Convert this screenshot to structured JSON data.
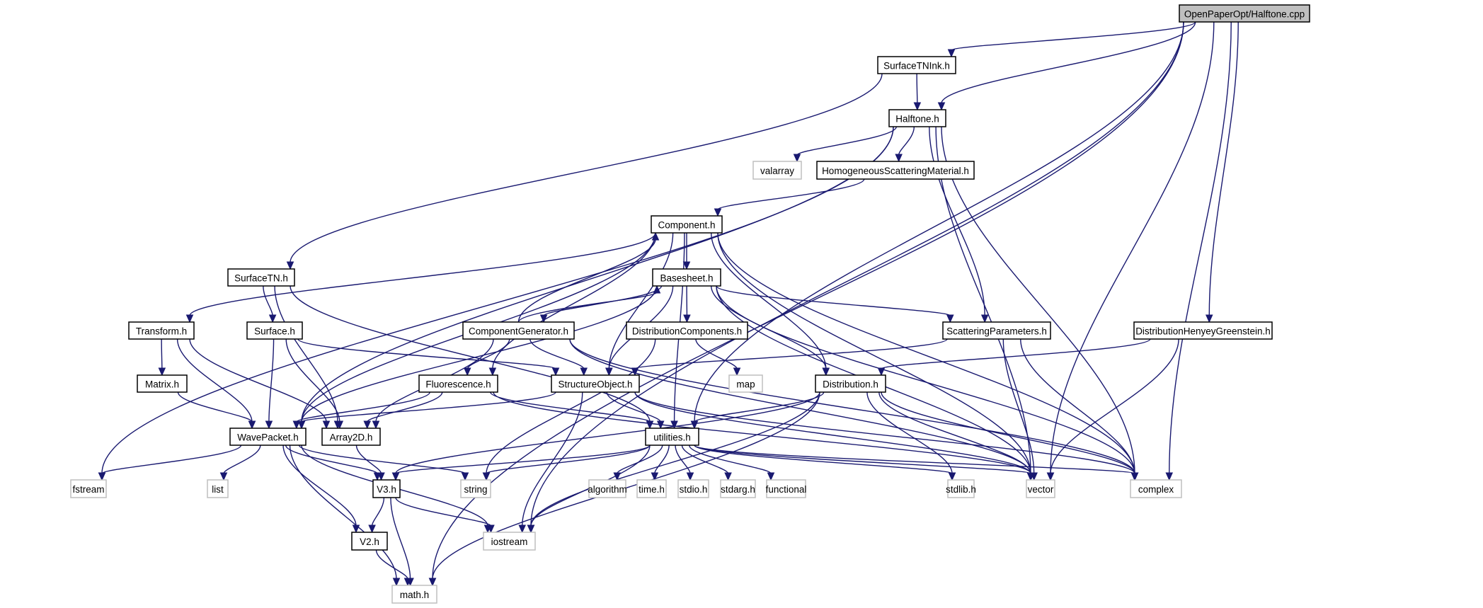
{
  "title": "OpenPaperOpt/Halftone.cpp include dependency graph",
  "colors": {
    "edge": "#191970",
    "root_fill": "#bfbfbf",
    "project_border": "#000000",
    "system_border": "#bfbfbf"
  },
  "nodes": [
    {
      "id": "root",
      "label": "OpenPaperOpt/Halftone.cpp",
      "kind": "root"
    },
    {
      "id": "SurfaceTNInk",
      "label": "SurfaceTNInk.h",
      "kind": "proj"
    },
    {
      "id": "Halftone",
      "label": "Halftone.h",
      "kind": "proj"
    },
    {
      "id": "valarray",
      "label": "valarray",
      "kind": "sys"
    },
    {
      "id": "HSM",
      "label": "HomogeneousScatteringMaterial.h",
      "kind": "proj"
    },
    {
      "id": "Component",
      "label": "Component.h",
      "kind": "proj"
    },
    {
      "id": "SurfaceTN",
      "label": "SurfaceTN.h",
      "kind": "proj"
    },
    {
      "id": "Basesheet",
      "label": "Basesheet.h",
      "kind": "proj"
    },
    {
      "id": "Transform",
      "label": "Transform.h",
      "kind": "proj"
    },
    {
      "id": "Surface",
      "label": "Surface.h",
      "kind": "proj"
    },
    {
      "id": "ComponentGenerator",
      "label": "ComponentGenerator.h",
      "kind": "proj"
    },
    {
      "id": "DistributionComponents",
      "label": "DistributionComponents.h",
      "kind": "proj"
    },
    {
      "id": "ScatteringParameters",
      "label": "ScatteringParameters.h",
      "kind": "proj"
    },
    {
      "id": "DHG",
      "label": "DistributionHenyeyGreenstein.h",
      "kind": "proj"
    },
    {
      "id": "Matrix",
      "label": "Matrix.h",
      "kind": "proj"
    },
    {
      "id": "Fluorescence",
      "label": "Fluorescence.h",
      "kind": "proj"
    },
    {
      "id": "StructureObject",
      "label": "StructureObject.h",
      "kind": "proj"
    },
    {
      "id": "map",
      "label": "map",
      "kind": "sys"
    },
    {
      "id": "Distribution",
      "label": "Distribution.h",
      "kind": "proj"
    },
    {
      "id": "WavePacket",
      "label": "WavePacket.h",
      "kind": "proj"
    },
    {
      "id": "Array2D",
      "label": "Array2D.h",
      "kind": "proj"
    },
    {
      "id": "utilities",
      "label": "utilities.h",
      "kind": "proj"
    },
    {
      "id": "fstream",
      "label": "fstream",
      "kind": "sys"
    },
    {
      "id": "list",
      "label": "list",
      "kind": "sys"
    },
    {
      "id": "V3",
      "label": "V3.h",
      "kind": "proj"
    },
    {
      "id": "string",
      "label": "string",
      "kind": "sys"
    },
    {
      "id": "algorithm",
      "label": "algorithm",
      "kind": "sys"
    },
    {
      "id": "time",
      "label": "time.h",
      "kind": "sys"
    },
    {
      "id": "stdio",
      "label": "stdio.h",
      "kind": "sys"
    },
    {
      "id": "stdarg",
      "label": "stdarg.h",
      "kind": "sys"
    },
    {
      "id": "functional",
      "label": "functional",
      "kind": "sys"
    },
    {
      "id": "stdlib",
      "label": "stdlib.h",
      "kind": "sys"
    },
    {
      "id": "vector",
      "label": "vector",
      "kind": "sys"
    },
    {
      "id": "complex",
      "label": "complex",
      "kind": "sys"
    },
    {
      "id": "V2",
      "label": "V2.h",
      "kind": "proj"
    },
    {
      "id": "iostream",
      "label": "iostream",
      "kind": "sys"
    },
    {
      "id": "math",
      "label": "math.h",
      "kind": "sys"
    }
  ],
  "edges": [
    [
      "root",
      "SurfaceTNInk"
    ],
    [
      "root",
      "Halftone"
    ],
    [
      "root",
      "utilities"
    ],
    [
      "root",
      "vector"
    ],
    [
      "root",
      "complex"
    ],
    [
      "root",
      "DHG"
    ],
    [
      "root",
      "iostream"
    ],
    [
      "root",
      "math"
    ],
    [
      "SurfaceTNInk",
      "Halftone"
    ],
    [
      "SurfaceTNInk",
      "SurfaceTN"
    ],
    [
      "Halftone",
      "valarray"
    ],
    [
      "Halftone",
      "HSM"
    ],
    [
      "Halftone",
      "WavePacket"
    ],
    [
      "Halftone",
      "fstream"
    ],
    [
      "Halftone",
      "ScatteringParameters"
    ],
    [
      "Halftone",
      "vector"
    ],
    [
      "Halftone",
      "complex"
    ],
    [
      "HSM",
      "Component"
    ],
    [
      "Component",
      "Basesheet"
    ],
    [
      "Component",
      "Transform"
    ],
    [
      "Component",
      "WavePacket"
    ],
    [
      "Component",
      "Fluorescence"
    ],
    [
      "Component",
      "StructureObject"
    ],
    [
      "Component",
      "Distribution"
    ],
    [
      "Component",
      "utilities"
    ],
    [
      "Component",
      "vector"
    ],
    [
      "Component",
      "complex"
    ],
    [
      "SurfaceTN",
      "Surface"
    ],
    [
      "SurfaceTN",
      "Array2D"
    ],
    [
      "SurfaceTN",
      "utilities"
    ],
    [
      "Basesheet",
      "ComponentGenerator"
    ],
    [
      "Basesheet",
      "DistributionComponents"
    ],
    [
      "Basesheet",
      "ScatteringParameters"
    ],
    [
      "Basesheet",
      "StructureObject"
    ],
    [
      "Basesheet",
      "Distribution"
    ],
    [
      "Basesheet",
      "WavePacket"
    ],
    [
      "Basesheet",
      "vector"
    ],
    [
      "Basesheet",
      "complex"
    ],
    [
      "ComponentGenerator",
      "Component"
    ],
    [
      "ComponentGenerator",
      "Basesheet"
    ],
    [
      "ComponentGenerator",
      "Fluorescence"
    ],
    [
      "ComponentGenerator",
      "StructureObject"
    ],
    [
      "ComponentGenerator",
      "Array2D"
    ],
    [
      "ComponentGenerator",
      "vector"
    ],
    [
      "ComponentGenerator",
      "complex"
    ],
    [
      "DistributionComponents",
      "map"
    ],
    [
      "DistributionComponents",
      "string"
    ],
    [
      "Transform",
      "Matrix"
    ],
    [
      "Transform",
      "WavePacket"
    ],
    [
      "Transform",
      "Array2D"
    ],
    [
      "Surface",
      "WavePacket"
    ],
    [
      "Surface",
      "Array2D"
    ],
    [
      "Surface",
      "StructureObject"
    ],
    [
      "ScatteringParameters",
      "StructureObject"
    ],
    [
      "ScatteringParameters",
      "vector"
    ],
    [
      "ScatteringParameters",
      "complex"
    ],
    [
      "DHG",
      "Distribution"
    ],
    [
      "DHG",
      "vector"
    ],
    [
      "Matrix",
      "WavePacket"
    ],
    [
      "Fluorescence",
      "WavePacket"
    ],
    [
      "Fluorescence",
      "Array2D"
    ],
    [
      "Fluorescence",
      "utilities"
    ],
    [
      "Fluorescence",
      "vector"
    ],
    [
      "StructureObject",
      "utilities"
    ],
    [
      "StructureObject",
      "WavePacket"
    ],
    [
      "StructureObject",
      "iostream"
    ],
    [
      "StructureObject",
      "vector"
    ],
    [
      "StructureObject",
      "complex"
    ],
    [
      "Distribution",
      "utilities"
    ],
    [
      "Distribution",
      "V3"
    ],
    [
      "Distribution",
      "vector"
    ],
    [
      "Distribution",
      "complex"
    ],
    [
      "Distribution",
      "iostream"
    ],
    [
      "Distribution",
      "math"
    ],
    [
      "Distribution",
      "stdlib"
    ],
    [
      "WavePacket",
      "fstream"
    ],
    [
      "WavePacket",
      "list"
    ],
    [
      "WavePacket",
      "V3"
    ],
    [
      "WavePacket",
      "V2"
    ],
    [
      "WavePacket",
      "string"
    ],
    [
      "WavePacket",
      "iostream"
    ],
    [
      "WavePacket",
      "math"
    ],
    [
      "Array2D",
      "V3"
    ],
    [
      "utilities",
      "V3"
    ],
    [
      "utilities",
      "string"
    ],
    [
      "utilities",
      "algorithm"
    ],
    [
      "utilities",
      "time"
    ],
    [
      "utilities",
      "stdio"
    ],
    [
      "utilities",
      "stdarg"
    ],
    [
      "utilities",
      "functional"
    ],
    [
      "utilities",
      "stdlib"
    ],
    [
      "utilities",
      "vector"
    ],
    [
      "utilities",
      "complex"
    ],
    [
      "utilities",
      "iostream"
    ],
    [
      "V3",
      "V2"
    ],
    [
      "V3",
      "iostream"
    ],
    [
      "V3",
      "math"
    ],
    [
      "V2",
      "math"
    ]
  ]
}
